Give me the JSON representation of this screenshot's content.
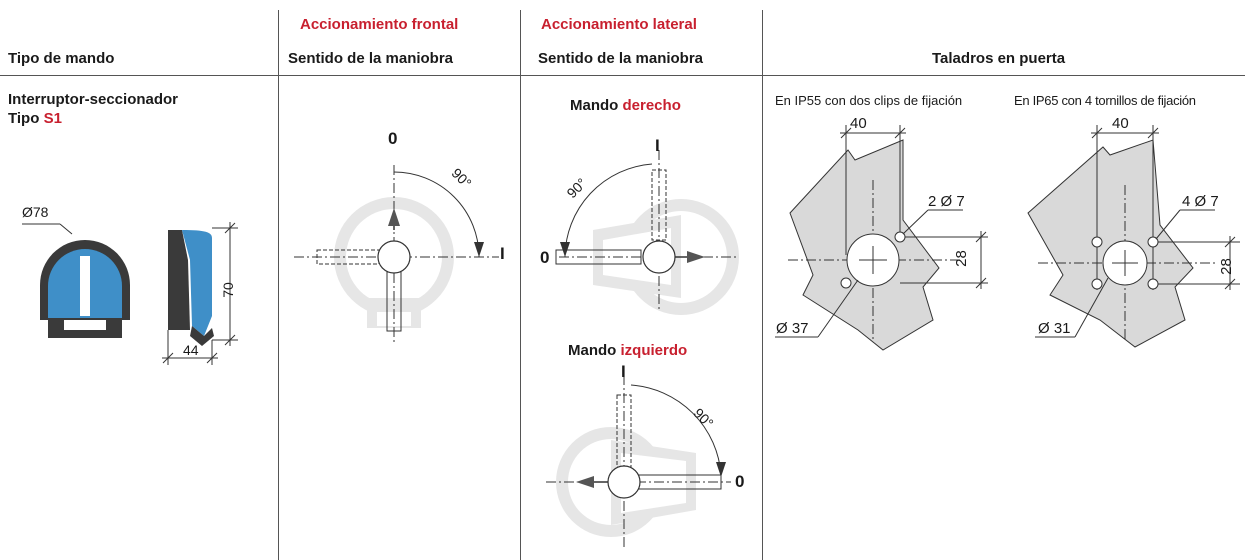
{
  "headers": {
    "col1": "Tipo de mando",
    "col2_top": "Accionamiento frontal",
    "col2": "Sentido de la maniobra",
    "col3_top": "Accionamiento lateral",
    "col3": "Sentido de la maniobra",
    "col4": "Taladros en puerta"
  },
  "product": {
    "line1": "Interruptor-seccionador",
    "tipo_prefix": "Tipo ",
    "tipo_value": "S1",
    "dim_diameter": "Ø78",
    "dim_height": "70",
    "dim_width": "44"
  },
  "frontal": {
    "label_zero": "0",
    "label_one": "I",
    "angle": "90°"
  },
  "lateral": {
    "right_prefix": "Mando ",
    "right_value": "derecho",
    "left_prefix": "Mando ",
    "left_value": "izquierdo",
    "label_zero": "0",
    "label_one": "I",
    "angle": "90°"
  },
  "drilling": {
    "ip55_caption": "En IP55 con dos clips de fijación",
    "ip65_caption": "En IP65 con 4 tornillos de fijación",
    "ip55_width": "40",
    "ip55_height": "28",
    "ip55_holes": "2 Ø 7",
    "ip55_center": "Ø 37",
    "ip65_width": "40",
    "ip65_height": "28",
    "ip65_holes": "4 Ø 7",
    "ip65_center": "Ø 31"
  },
  "colors": {
    "accent_red": "#c8202f",
    "handle_blue": "#3f8fc8",
    "handle_dark": "#3a3a3a",
    "panel_gray": "#d9d9d9"
  }
}
